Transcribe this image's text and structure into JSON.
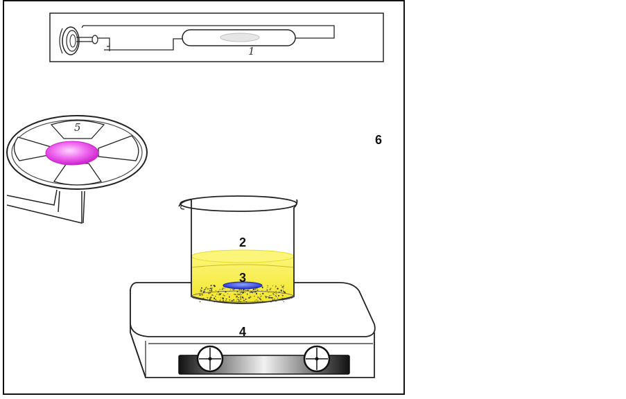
{
  "labels": {
    "uv_lamp": "1",
    "solution": "2",
    "stir_bar": "3",
    "stirrer": "4",
    "fan": "5",
    "enclosure": "6"
  },
  "colors": {
    "solution": "#f7ee35",
    "solution_top": "#fbf57a",
    "stir_bar": "#2a3bd6",
    "fan_hub": "#e84ce8",
    "outline": "#111111"
  }
}
